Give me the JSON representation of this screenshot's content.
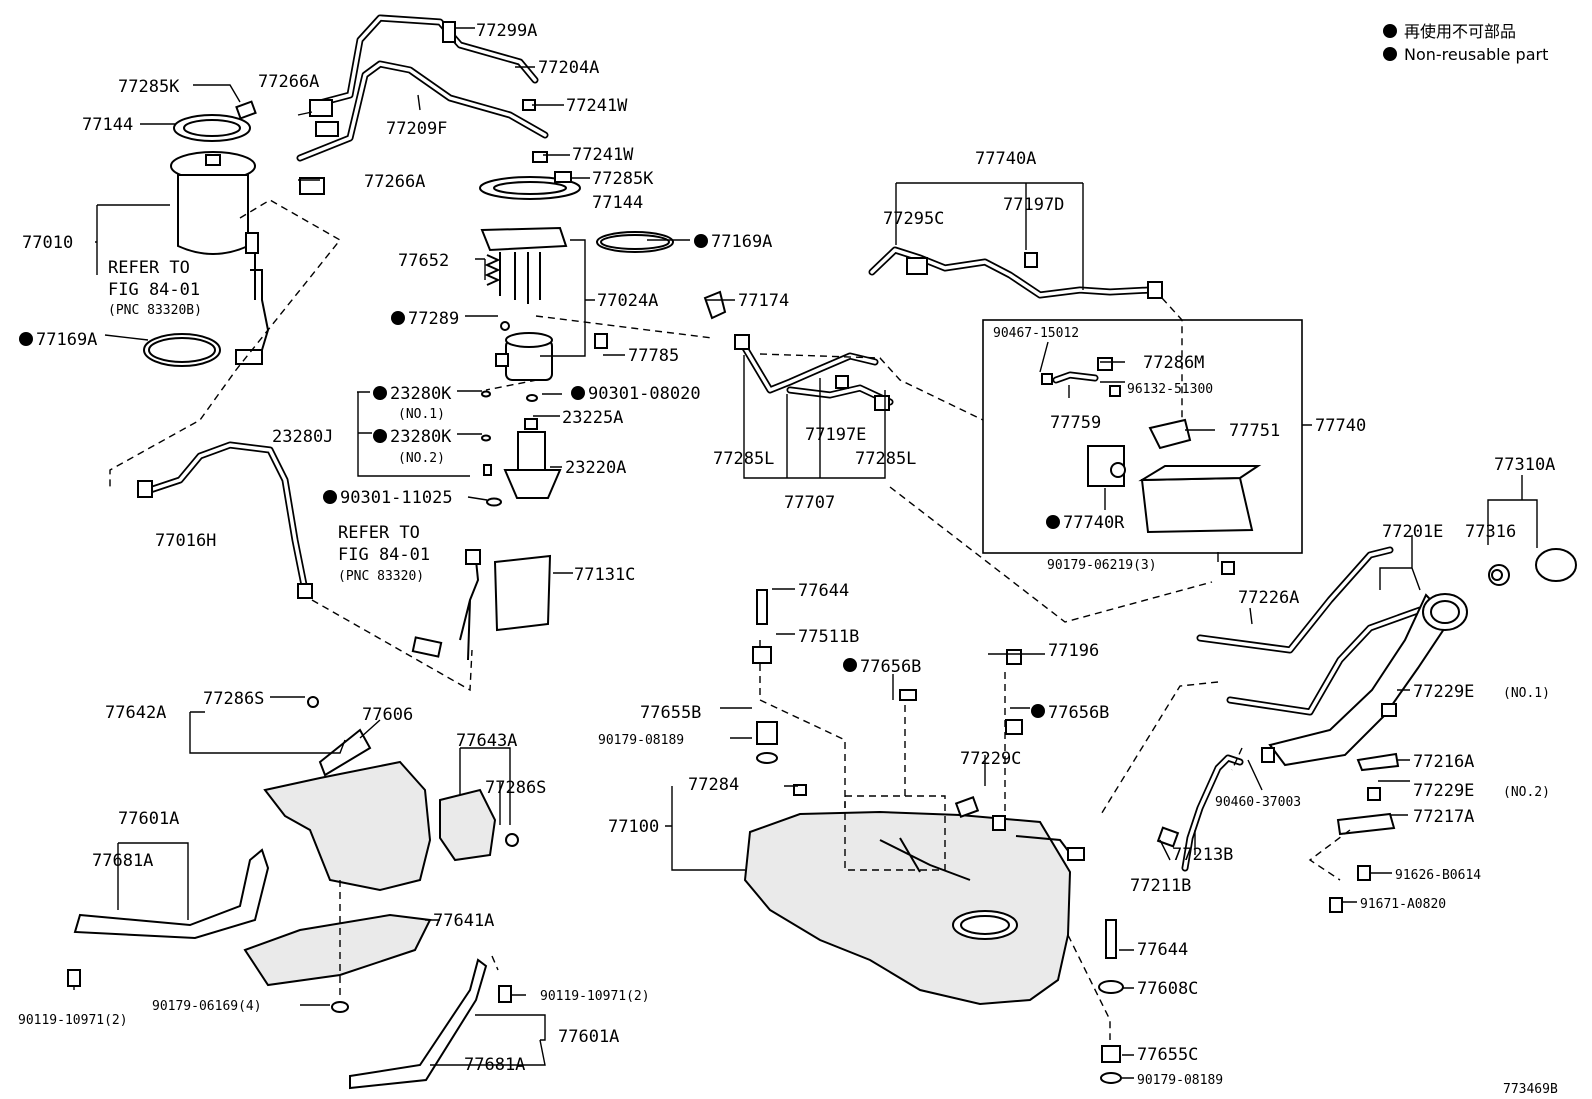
{
  "legend": {
    "line1": "再使用不可部品",
    "line2": "Non-reusable part"
  },
  "diagram_id": "773469B",
  "labels": {
    "p77299A": "77299A",
    "p77204A": "77204A",
    "p77241W_1": "77241W",
    "p77241W_2": "77241W",
    "p77285K_1": "77285K",
    "p77285K_2": "77285K",
    "p77266A_1": "77266A",
    "p77266A_2": "77266A",
    "p77144_1": "77144",
    "p77144_2": "77144",
    "p77209F": "77209F",
    "p77010": "77010",
    "refer1_l1": "REFER TO",
    "refer1_l2": "FIG 84-01",
    "refer1_l3": "(PNC 83320B)",
    "p77169A_1": "77169A",
    "p77169A_2": "77169A",
    "p77652": "77652",
    "p77024A": "77024A",
    "p77289": "77289",
    "p77174": "77174",
    "p77785": "77785",
    "p23280K_1": "23280K",
    "no1": "(NO.1)",
    "p23280K_2": "23280K",
    "no2": "(NO.2)",
    "p23280J": "23280J",
    "p90301_08020": "90301-08020",
    "p23225A": "23225A",
    "p23220A": "23220A",
    "p90301_11025": "90301-11025",
    "p77016H": "77016H",
    "refer2_l1": "REFER TO",
    "refer2_l2": "FIG 84-01",
    "refer2_l3": "(PNC 83320)",
    "p77131C": "77131C",
    "p77740A": "77740A",
    "p77295C": "77295C",
    "p77197D": "77197D",
    "p90467_15012": "90467-15012",
    "p77286M": "77286M",
    "p96132_51300": "96132-51300",
    "p77759": "77759",
    "p77751": "77751",
    "p77740": "77740",
    "p77740R": "77740R",
    "p90179_06219": "90179-06219(3)",
    "p77197E": "77197E",
    "p77285L_1": "77285L",
    "p77285L_2": "77285L",
    "p77707": "77707",
    "p77310A": "77310A",
    "p77316": "77316",
    "p77201E": "77201E",
    "p77226A": "77226A",
    "p77644_1": "77644",
    "p77511B": "77511B",
    "p77196": "77196",
    "p77656B_1": "77656B",
    "p77656B_2": "77656B",
    "p77655B": "77655B",
    "p90179_08189_1": "90179-08189",
    "p77229C": "77229C",
    "p77229E_1": "77229E",
    "p77229E_1n": "(NO.1)",
    "p77216A": "77216A",
    "p77229E_2": "77229E",
    "p77229E_2n": "(NO.2)",
    "p77217A": "77217A",
    "p91626_B0614": "91626-B0614",
    "p91671_A0820": "91671-A0820",
    "p90460_37003": "90460-37003",
    "p77213B": "77213B",
    "p77211B": "77211B",
    "p77284": "77284",
    "p77100": "77100",
    "p77644_2": "77644",
    "p77608C": "77608C",
    "p77655C": "77655C",
    "p90179_08189_2": "90179-08189",
    "p77642A": "77642A",
    "p77286S_1": "77286S",
    "p77606": "77606",
    "p77643A": "77643A",
    "p77286S_2": "77286S",
    "p77601A_1": "77601A",
    "p77681A_1": "77681A",
    "p77641A": "77641A",
    "p90119_10971_1": "90119-10971(2)",
    "p90179_06169": "90179-06169(4)",
    "p90119_10971_2": "90119-10971(2)",
    "p77681A_2": "77681A",
    "p77601A_2": "77601A"
  }
}
